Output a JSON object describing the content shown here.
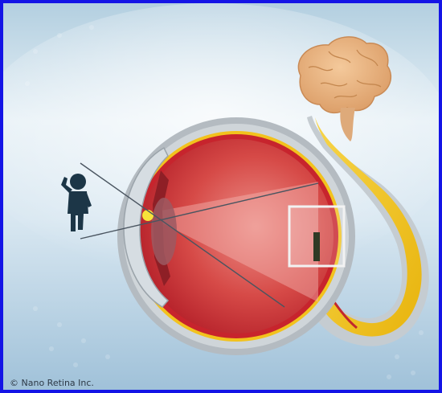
{
  "credit": "© Nano Retina Inc.",
  "colors": {
    "frame_border": "#1414e6",
    "sclera": "#b9c0c6",
    "eye_interior": "#c7242d",
    "retina_band": "#f2c21d",
    "optic_nerve": "#f0c31b",
    "brain": "#e9b07a",
    "child_silhouette": "#1c3647",
    "implant": "#2f3a25"
  },
  "icons": {
    "figure": "child-silhouette",
    "organ": "brain",
    "device": "retinal-implant"
  }
}
